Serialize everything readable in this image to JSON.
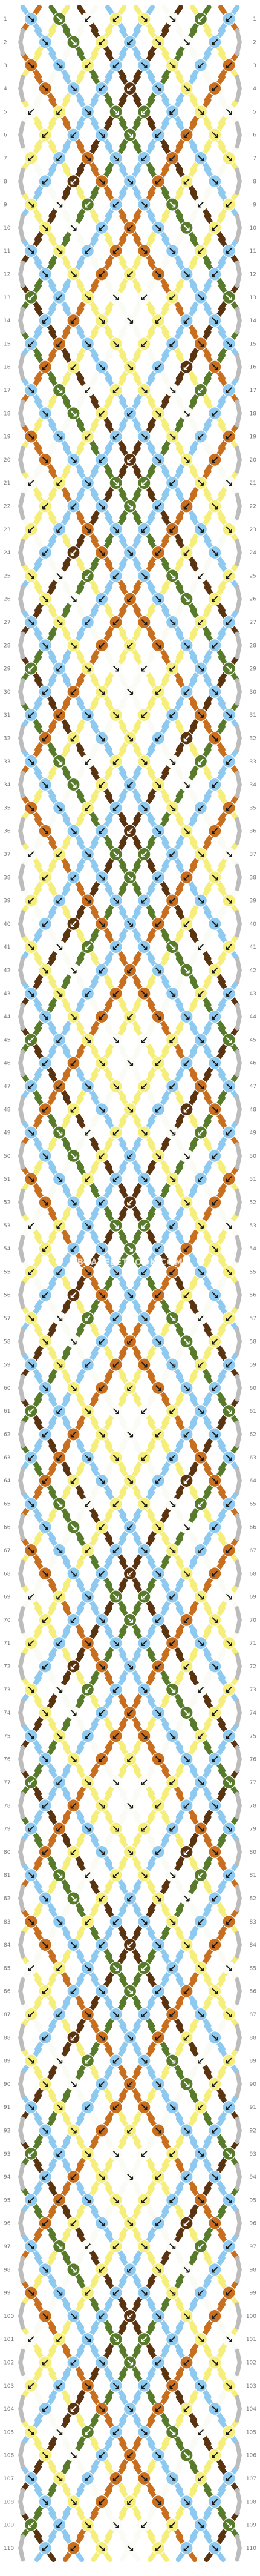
{
  "title": "",
  "watermark": "BRACELETBOOK.COM",
  "pattern": {
    "strings": 16,
    "rows": 110,
    "colors": {
      "A": "#8ec9ef",
      "B": "#c86e1f",
      "C": "#577a2b",
      "D": "#f5ee7b",
      "E": "#5a3311",
      "F": "#fbfbf5"
    },
    "string_colors": [
      "A",
      "B",
      "C",
      "D",
      "E",
      "F",
      "A",
      "D",
      "D",
      "A",
      "F",
      "E",
      "D",
      "C",
      "B",
      "A"
    ],
    "knot_legend": {
      "forward": "↘",
      "backward": "↙",
      "forward_backward": "↘↙",
      "backward_forward": "↙↘"
    }
  },
  "row_labels": [
    "1",
    "2",
    "3",
    "4",
    "5",
    "6",
    "7",
    "8",
    "9",
    "10",
    "11",
    "12",
    "13",
    "14",
    "15",
    "16",
    "17",
    "18",
    "19",
    "20",
    "21",
    "22",
    "23",
    "24",
    "25",
    "26",
    "27",
    "28",
    "29",
    "30",
    "31",
    "32",
    "33",
    "34",
    "35",
    "36",
    "37",
    "38",
    "39",
    "40",
    "41",
    "42",
    "43",
    "44",
    "45",
    "46",
    "47",
    "48",
    "49",
    "50",
    "51",
    "52",
    "53",
    "54",
    "55",
    "56",
    "57",
    "58",
    "59",
    "60",
    "61",
    "62",
    "63",
    "64",
    "65",
    "66",
    "67",
    "68",
    "69",
    "70",
    "71",
    "72",
    "73",
    "74",
    "75",
    "76",
    "77",
    "78",
    "79",
    "80",
    "81",
    "82",
    "83",
    "84",
    "85",
    "86",
    "87",
    "88",
    "89",
    "90",
    "91",
    "92",
    "93",
    "94",
    "95",
    "96",
    "97",
    "98",
    "99",
    "100",
    "101",
    "102",
    "103",
    "104",
    "105",
    "106",
    "107",
    "108",
    "109",
    "110"
  ]
}
